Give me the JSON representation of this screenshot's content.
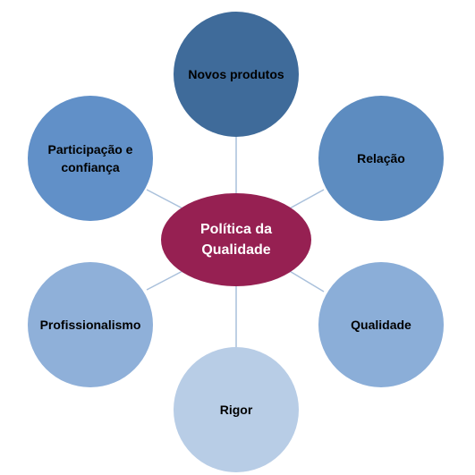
{
  "diagram": {
    "center": {
      "label": "Política da Qualidade"
    },
    "nodes": [
      {
        "label": "Novos produtos"
      },
      {
        "label": "Relação"
      },
      {
        "label": "Qualidade"
      },
      {
        "label": "Rigor"
      },
      {
        "label": "Profissionalismo"
      },
      {
        "label": "Participação e confiança"
      }
    ]
  },
  "colors": {
    "center_fill": "#962052",
    "connector": "#a9c0db",
    "node_dark": "#3f6b9a",
    "node_mid": "#5d8cc0",
    "node_light": "#8baed8",
    "node_palest": "#b8cde6"
  }
}
